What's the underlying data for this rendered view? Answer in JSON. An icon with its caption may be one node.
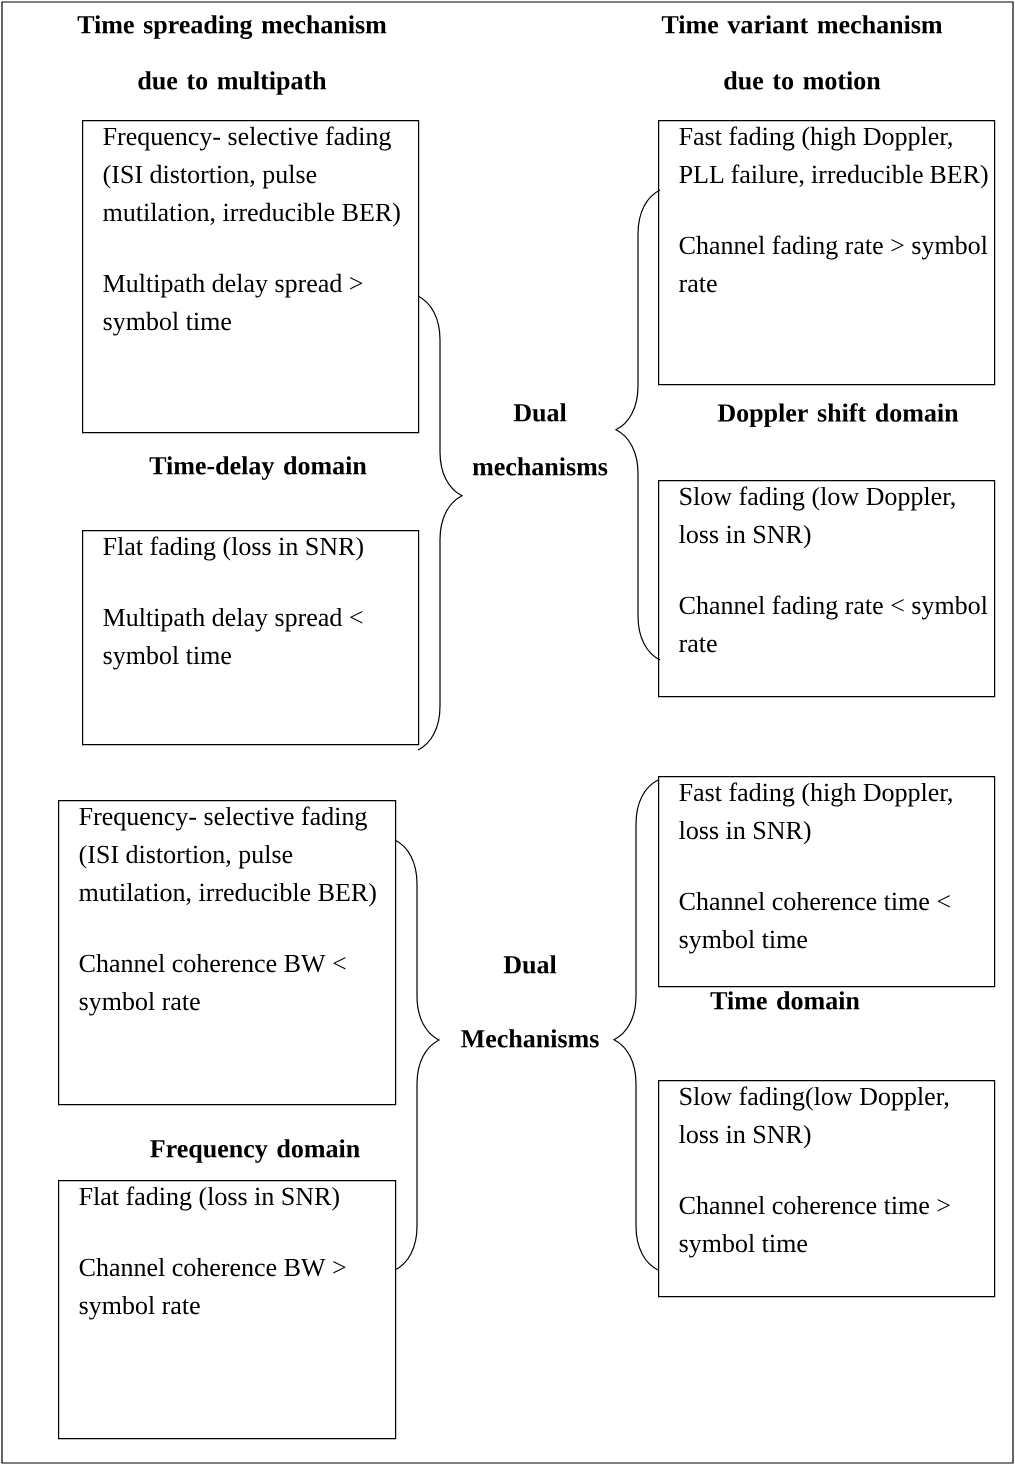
{
  "diagram": {
    "nodes": [
      {
        "text": [
          "Frequency- selective fading (ISI distortion, pulse mutilation, irreducible BER)",
          "Multipath delay spread > symbol time"
        ]
      },
      {
        "text": [
          "Flat fading (loss in SNR)",
          "Multipath delay spread < symbol time"
        ]
      },
      {
        "text": [
          "Fast fading (high Doppler, PLL failure, irreducible BER)",
          "Channel fading rate > symbol rate"
        ]
      },
      {
        "text": [
          "Slow fading (low Doppler, loss in SNR)",
          "Channel fading rate < symbol rate"
        ]
      },
      {
        "text": [
          "Frequency- selective fading (ISI distortion, pulse mutilation, irreducible BER)",
          "Channel coherence BW < symbol rate"
        ]
      },
      {
        "text": [
          "Flat fading (loss in SNR)",
          "Channel coherence BW > symbol rate"
        ]
      },
      {
        "text": [
          "Fast fading (high Doppler, loss in SNR)",
          "Channel coherence time < symbol time"
        ]
      },
      {
        "text": [
          "Slow fading(low Doppler, loss in SNR)",
          "Channel coherence time > symbol time"
        ]
      }
    ],
    "labels": [
      "Time spreading mechanism due to multipath",
      "Time variant mechanism due to motion",
      "Dual mechanisms",
      "Doppler shift domain",
      "Time-delay domain",
      "Dual Mechanisms",
      "Time domain",
      "Frequency domain"
    ]
  }
}
